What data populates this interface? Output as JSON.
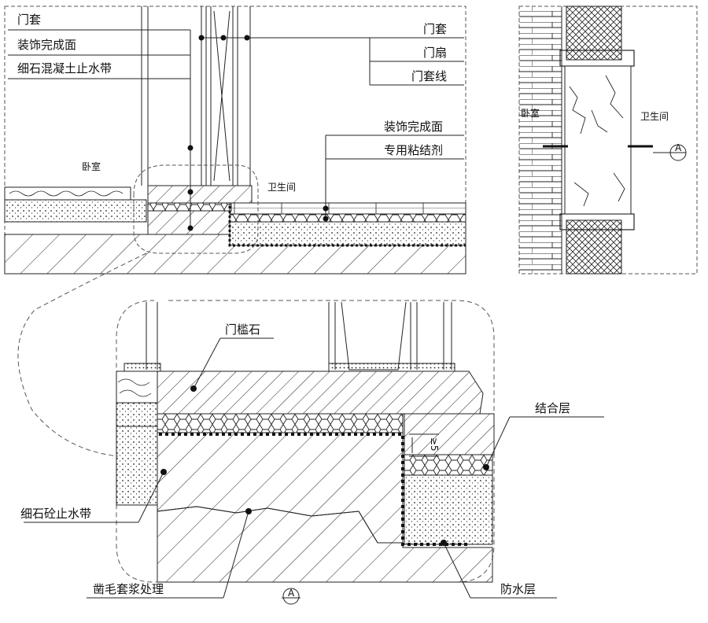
{
  "detail_top": {
    "labels": {
      "door_casing": "门套",
      "finish_surface": "装饰完成面",
      "waterstop_band": "细石混凝土止水带",
      "door_casing_right": "门套",
      "door_leaf": "门扇",
      "casing_line": "门套线",
      "finish_surface_right": "装饰完成面",
      "adhesive": "专用粘结剂",
      "bedroom": "卧室",
      "bathroom": "卫生间"
    }
  },
  "plan_view": {
    "labels": {
      "bedroom": "卧室",
      "bathroom": "卫生间",
      "section_mark": "A"
    }
  },
  "detail_enlarged": {
    "labels": {
      "threshold_stone": "门槛石",
      "bonding_layer": "结合层",
      "waterstop": "细石砼止水带",
      "roughening": "凿毛套浆处理",
      "waterproof_layer": "防水层",
      "dimension": "≥5",
      "section_mark": "A"
    }
  }
}
